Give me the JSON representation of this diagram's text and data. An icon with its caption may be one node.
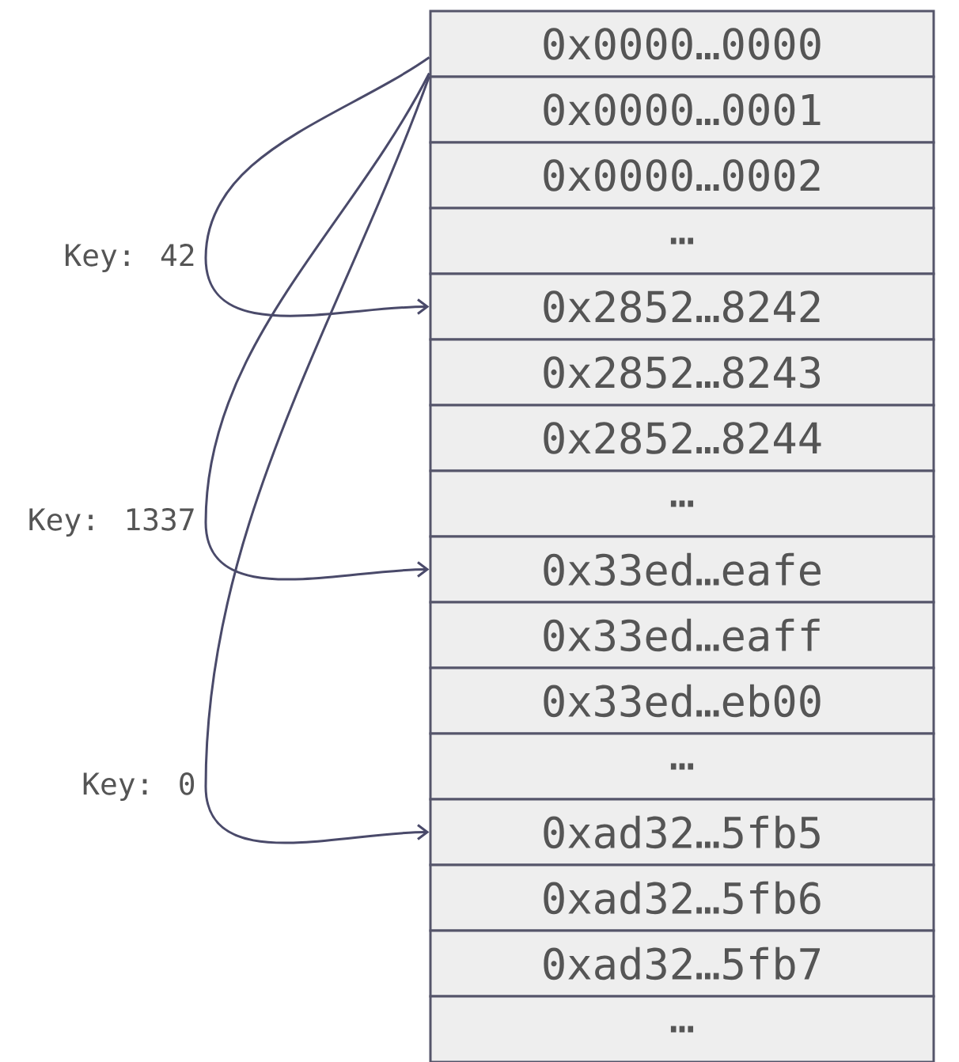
{
  "diagram": {
    "nodes": [
      {
        "text": [
          "0x0000…0000"
        ]
      },
      {
        "text": [
          "0x0000…0001"
        ]
      },
      {
        "text": [
          "0x0000…0002"
        ]
      },
      {
        "text": [
          "…"
        ]
      },
      {
        "text": [
          "0x2852…8242"
        ]
      },
      {
        "text": [
          "0x2852…8243"
        ]
      },
      {
        "text": [
          "0x2852…8244"
        ]
      },
      {
        "text": [
          "…"
        ]
      },
      {
        "text": [
          "0x33ed…eafe"
        ]
      },
      {
        "text": [
          "0x33ed…eaff"
        ]
      },
      {
        "text": [
          "0x33ed…eb00"
        ]
      },
      {
        "text": [
          "…"
        ]
      },
      {
        "text": [
          "0xad32…5fb5"
        ]
      },
      {
        "text": [
          "0xad32…5fb6"
        ]
      },
      {
        "text": [
          "0xad32…5fb7"
        ]
      },
      {
        "text": [
          "…"
        ]
      },
      {
        "text": [
          "Key: 42"
        ]
      },
      {
        "text": [
          "Key: 1337"
        ]
      },
      {
        "text": [
          "Key: 0"
        ]
      }
    ],
    "edges": [
      {
        "from": 16,
        "to": 4,
        "arrow": "to"
      },
      {
        "from": 17,
        "to": 8,
        "arrow": "to"
      },
      {
        "from": 18,
        "to": 12,
        "arrow": "to"
      },
      {
        "from": 0,
        "to": 16,
        "arrow": "none"
      },
      {
        "from": 0,
        "to": 17,
        "arrow": "none"
      },
      {
        "from": 0,
        "to": 18,
        "arrow": "none"
      }
    ]
  }
}
